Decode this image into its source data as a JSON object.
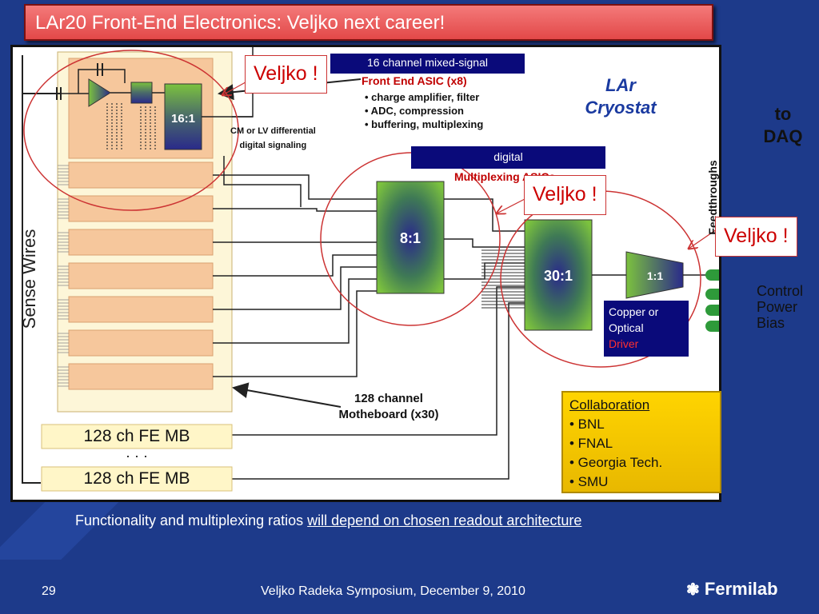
{
  "slide": {
    "title": "LAr20 Front-End Electronics: Veljko next career!",
    "page_number": "29",
    "footer": "Veljko Radeka Symposium, December 9,  2010",
    "logo_text": "Fermilab",
    "caption_plain": "Functionality and multiplexing ratios ",
    "caption_underlined": "will depend on chosen readout architecture"
  },
  "diagram": {
    "sense_wires": "Sense Wires",
    "asic_header": "16 channel mixed-signal",
    "asic_title": "Front End ASIC (x8)",
    "asic_bullets": [
      "• charge amplifier, filter",
      "• ADC, compression",
      "• buffering, multiplexing"
    ],
    "mux16": "16:1",
    "signaling_1": "CM or LV differential",
    "signaling_2": "digital signaling",
    "cryostat_1": "LAr",
    "cryostat_2": "Cryostat",
    "daq_1": "to",
    "daq_2": "DAQ",
    "digital_header": "digital",
    "digital_title": "Multiplexing ASICs",
    "mux8": "8:1",
    "mux30": "30:1",
    "mux1": "1:1",
    "feedthroughs": "Feedthroughs",
    "driver_1": "Copper or",
    "driver_2": "Optical",
    "driver_3": "Driver",
    "feedthrough_labels": [
      "Control",
      "Power",
      "Bias"
    ],
    "motherboard_1": "128 channel",
    "motherboard_2": "Motheboard (x30)",
    "fe_mb_1": "128 ch FE MB",
    "fe_mb_dots": "· · ·",
    "fe_mb_2": "128 ch FE MB",
    "callouts": [
      "Veljko !",
      "Veljko !",
      "Veljko !"
    ],
    "collaboration_title": "Collaboration",
    "collaboration_members": [
      "• BNL",
      "• FNAL",
      "• Georgia Tech.",
      "• SMU"
    ]
  },
  "colors": {
    "background": "#1d3a8a",
    "title_bar": "#e85858",
    "asic_board": "#f6c79c",
    "mb_bar": "#fff6c8",
    "navy_label": "#0a0a7a",
    "callout_red": "#cc0000",
    "collab_yellow": "#f5c400",
    "chip_green": "#6fb83a"
  }
}
